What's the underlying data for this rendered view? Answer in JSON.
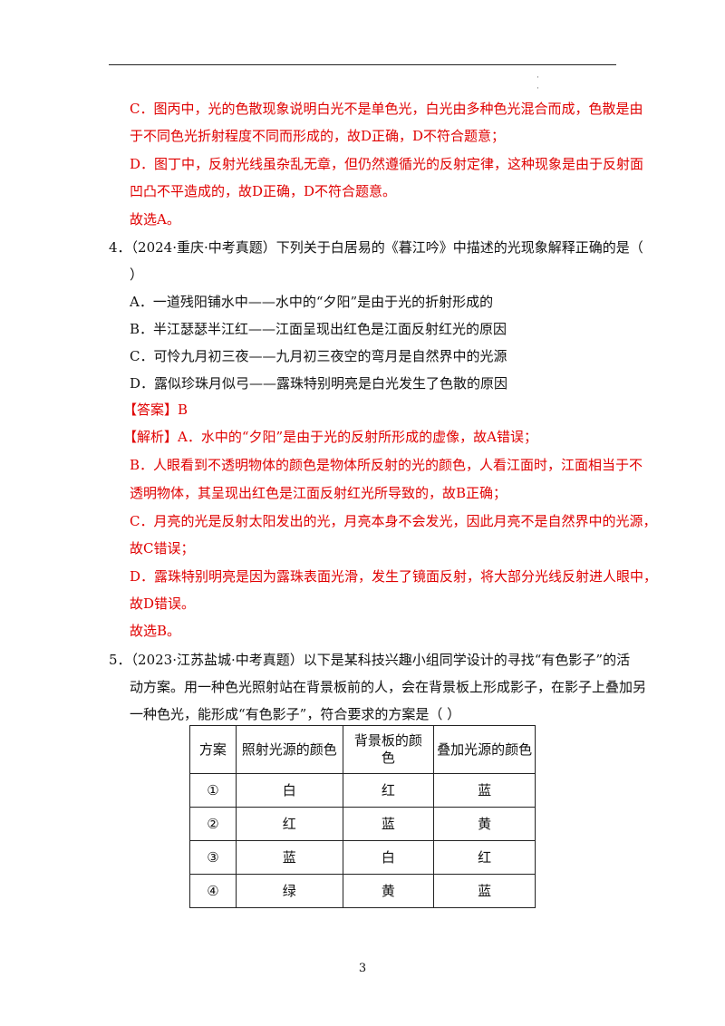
{
  "header": {
    "dots": [
      "·",
      "·"
    ]
  },
  "prev_explanation": {
    "c_line1": "C．图丙中，光的色散现象说明白光不是单色光，白光由多种色光混合而成，色散是由",
    "c_line2": "于不同色光折射程度不同而形成的，故D正确，D不符合题意；",
    "d_line1": "D．图丁中，反射光线虽杂乱无章，但仍然遵循光的反射定律，这种现象是由于反射面",
    "d_line2": "凹凸不平造成的，故D正确，D不符合题意。",
    "conclusion": "故选A。"
  },
  "q4": {
    "stem_line1": "4．（2024·重庆·中考真题）下列关于白居易的《暮江吟》中描述的光现象解释正确的是（",
    "stem_line2": "）",
    "options": [
      "A．一道残阳铺水中——水中的“夕阳”是由于光的折射形成的",
      "B．半江瑟瑟半江红——江面呈现出红色是江面反射红光的原因",
      "C．可怜九月初三夜——九月初三夜空的弯月是自然界中的光源",
      "D．露似珍珠月似弓——露珠特别明亮是白光发生了色散的原因"
    ],
    "answer": "【答案】B",
    "analysis_lines": [
      "【解析】A．水中的“夕阳”是由于光的反射所形成的虚像，故A错误；",
      "B．人眼看到不透明物体的颜色是物体所反射的光的颜色，人看江面时，江面相当于不",
      "透明物体，其呈现出红色是江面反射红光所导致的，故B正确；",
      "C．月亮的光是反射太阳发出的光，月亮本身不会发光，因此月亮不是自然界中的光源，",
      "故C错误；",
      "D．露珠特别明亮是因为露珠表面光滑，发生了镜面反射，将大部分光线反射进人眼中，",
      "故D错误。"
    ],
    "conclusion": "故选B。"
  },
  "q5": {
    "stem_lines": [
      "5．（2023·江苏盐城·中考真题）以下是某科技兴趣小组同学设计的寻找“有色影子”的活",
      "动方案。用一种色光照射站在背景板前的人，会在背景板上形成影子，在影子上叠加另",
      "一种色光，能形成“有色影子”，符合要求的方案是（        ）"
    ],
    "table": {
      "headers": [
        "方案",
        "照射光源的颜色",
        "背景板的颜色",
        "叠加光源的颜色"
      ],
      "header_col3_line1": "背景板的颜",
      "header_col3_line2": "色",
      "rows": [
        [
          "①",
          "白",
          "红",
          "蓝"
        ],
        [
          "②",
          "红",
          "蓝",
          "黄"
        ],
        [
          "③",
          "蓝",
          "白",
          "红"
        ],
        [
          "④",
          "绿",
          "黄",
          "蓝"
        ]
      ]
    }
  },
  "page_number": "3"
}
